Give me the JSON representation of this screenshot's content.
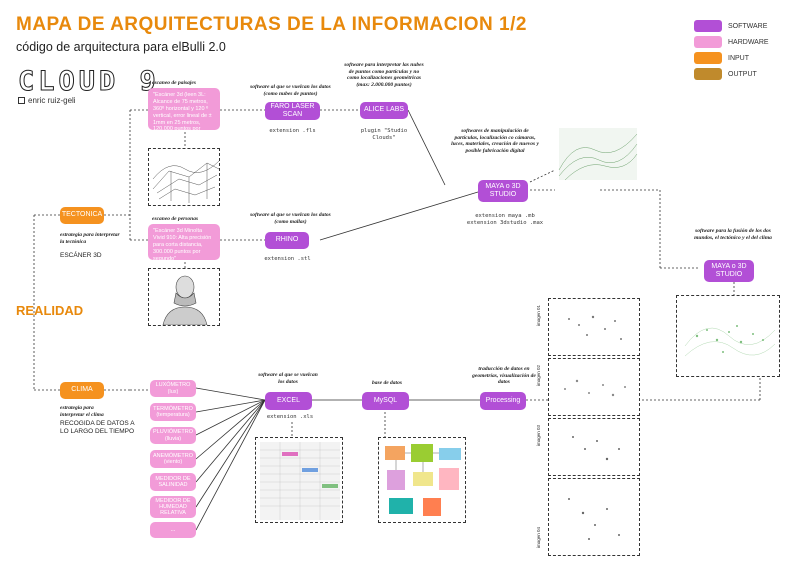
{
  "title": "MAPA DE ARQUITECTURAS DE LA INFORMACION  1/2",
  "subtitle": "código de arquitectura para elBulli 2.0",
  "logo": {
    "text": "CLOUD 9",
    "author": "enric ruiz-geli"
  },
  "realidad": "REALIDAD",
  "legend": [
    {
      "label": "SOFTWARE",
      "color": "#b24fd6"
    },
    {
      "label": "HARDWARE",
      "color": "#f29bd8"
    },
    {
      "label": "INPUT",
      "color": "#f5921f"
    },
    {
      "label": "OUTPUT",
      "color": "#c08a2c"
    }
  ],
  "tectonica": {
    "label": "TECTONICA",
    "note": "estrategia para interpretar la tectónica",
    "text": "ESCÁNER 3D",
    "scan_paisajes": {
      "note": "escaneo de paisajes",
      "text": "\"Escáner 3d (leen 3L: Alcance de 75 metros, 360º horizontal y 120 º vertical, error lineal de ± 1mm en 25 metros, 120.000 puntos por segundo\""
    },
    "scan_personas": {
      "note": "escaneo de personas",
      "text": "\"Escáner 3d Minolta Vivid 910: Alta precisión para corta distancia, 300.000 puntos por segundo\""
    },
    "faro": {
      "label": "FARO LASER SCAN",
      "note": "software al que se vuelcan los datos (como nubes de puntos)",
      "ext": "extension .fls"
    },
    "rhino": {
      "label": "RHINO",
      "note": "software al que se vuelcan los datos (como mallas)",
      "ext": "extension .stl"
    },
    "alice": {
      "label": "ALICE LABS",
      "note": "software para interpretar las nubes de puntos como partículas y no como localizaciones geométricas (max: 2.000.000 puntos)",
      "ext": "plugin \"Studio Clouds\""
    },
    "maya": {
      "label": "MAYA o 3D STUDIO",
      "note": "softwares de manipulación de partículas, localización co cámaras, luces, materiales, creación de nuevos y posible fabricación digital",
      "ext": "extension maya .mb\nextension 3dstudio .max"
    }
  },
  "clima": {
    "label": "CLIMA",
    "note": "estrategia para interpretar el clima",
    "text": "RECOGIDA DE DATOS A LO LARGO DEL TIEMPO",
    "sensors": [
      "LUXÓMETRO (lux)",
      "TERMÓMETRO (temperatura)",
      "PLUVIÓMETRO (lluvia)",
      "ANEMÓMETRO (viento)",
      "MEDIDOR DE SALINIDAD",
      "MEDIDOR DE HUMEDAD RELATIVA",
      "..."
    ],
    "excel": {
      "label": "EXCEL",
      "note": "software al que se vuelcan los datos",
      "ext": "extension .xls"
    },
    "mysql": {
      "label": "MySQL",
      "note": "base de datos"
    },
    "processing": {
      "label": "Processing",
      "note": "traducción de datos en geometrías, visualización de datos"
    }
  },
  "final": {
    "label": "MAYA o 3D STUDIO",
    "note": "software para la fusión de los dos mundos, el tectónico y el del clima"
  },
  "image_labels": [
    "imagen 01",
    "imagen 02",
    "imagen 03",
    "imagen 04"
  ]
}
